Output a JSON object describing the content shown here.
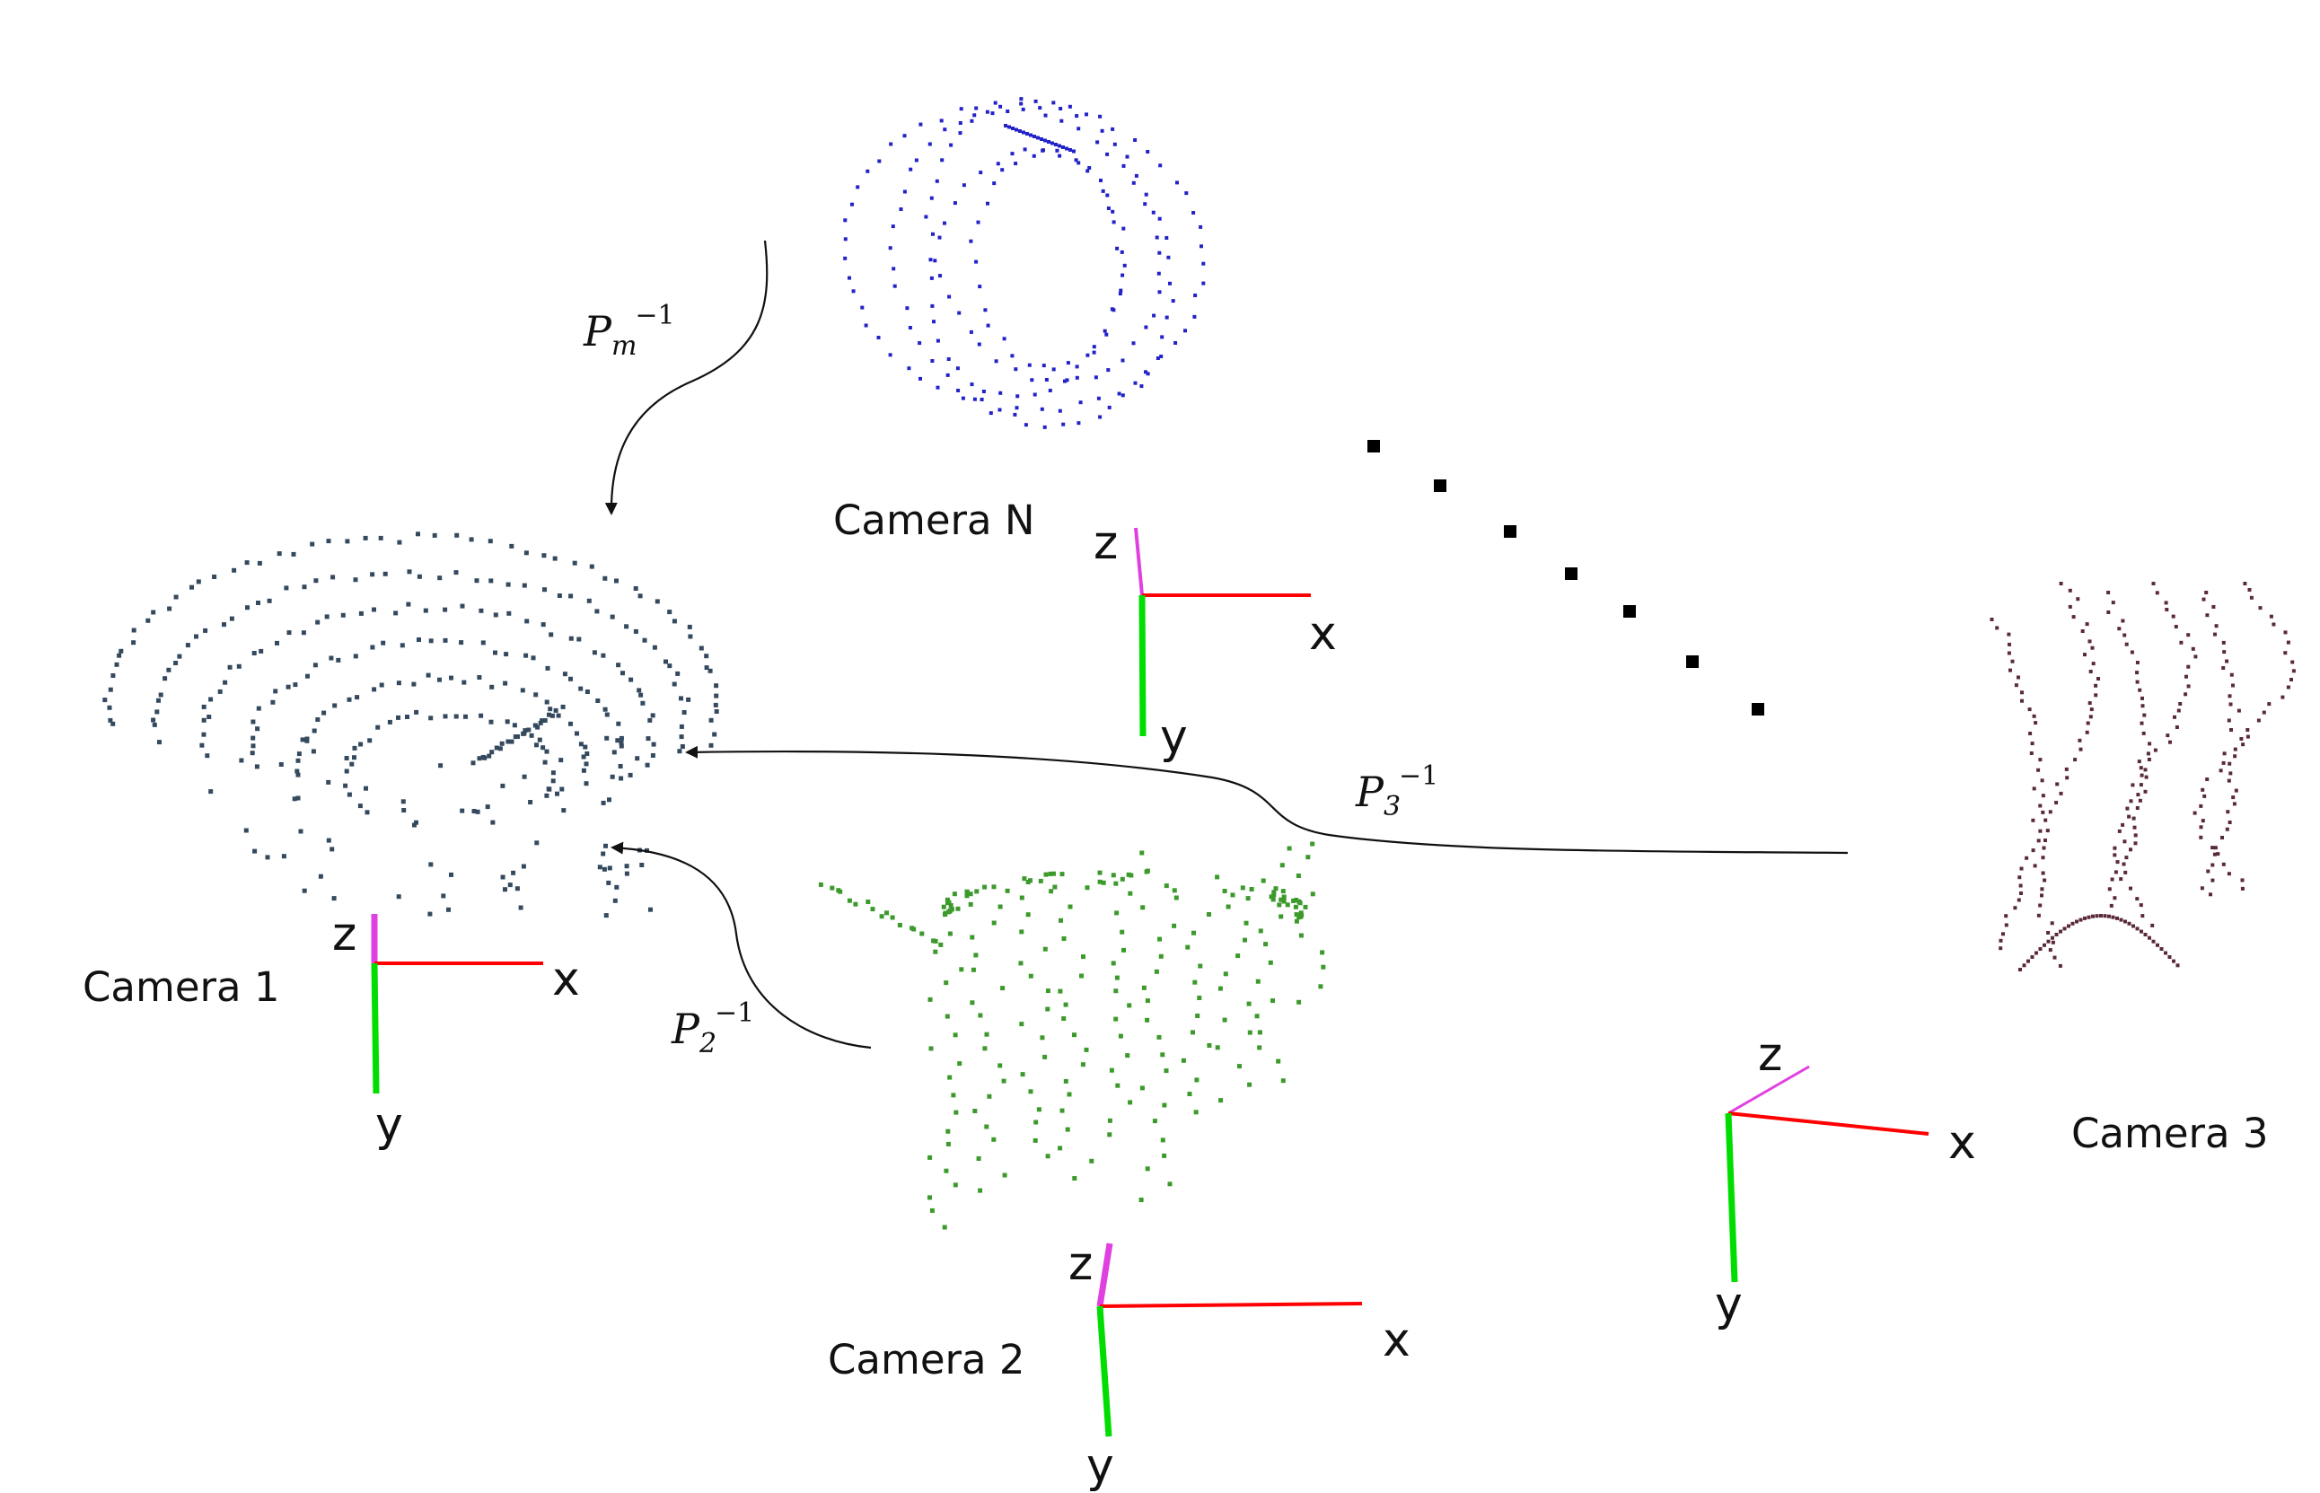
{
  "colors": {
    "axis_x": "#ff0000",
    "axis_y": "#00dd00",
    "axis_z": "#e040e0",
    "cloud_camera_1": "#34495e",
    "cloud_camera_2": "#3c9a2c",
    "cloud_camera_3": "#5a2a3a",
    "cloud_camera_n": "#2222c8",
    "arrow": "#111111",
    "ellipsis_dots": "#000000"
  },
  "cameras": [
    {
      "id": "camera-1",
      "label": "Camera 1",
      "axes": {
        "x": "x",
        "y": "y",
        "z": "z"
      }
    },
    {
      "id": "camera-2",
      "label": "Camera 2",
      "axes": {
        "x": "x",
        "y": "y",
        "z": "z"
      }
    },
    {
      "id": "camera-3",
      "label": "Camera 3",
      "axes": {
        "x": "x",
        "y": "y",
        "z": "z"
      }
    },
    {
      "id": "camera-n",
      "label": "Camera N",
      "axes": {
        "x": "x",
        "y": "y",
        "z": "z"
      }
    }
  ],
  "transforms": [
    {
      "id": "p2",
      "base": "P",
      "sub": "2",
      "sup": "−1",
      "from": "Camera 2",
      "to": "Camera 1"
    },
    {
      "id": "p3",
      "base": "P",
      "sub": "3",
      "sup": "−1",
      "from": "Camera 3",
      "to": "Camera 1"
    },
    {
      "id": "pm",
      "base": "P",
      "sub": "m",
      "sup": "−1",
      "from": "Camera N",
      "to": "Camera 1"
    }
  ]
}
